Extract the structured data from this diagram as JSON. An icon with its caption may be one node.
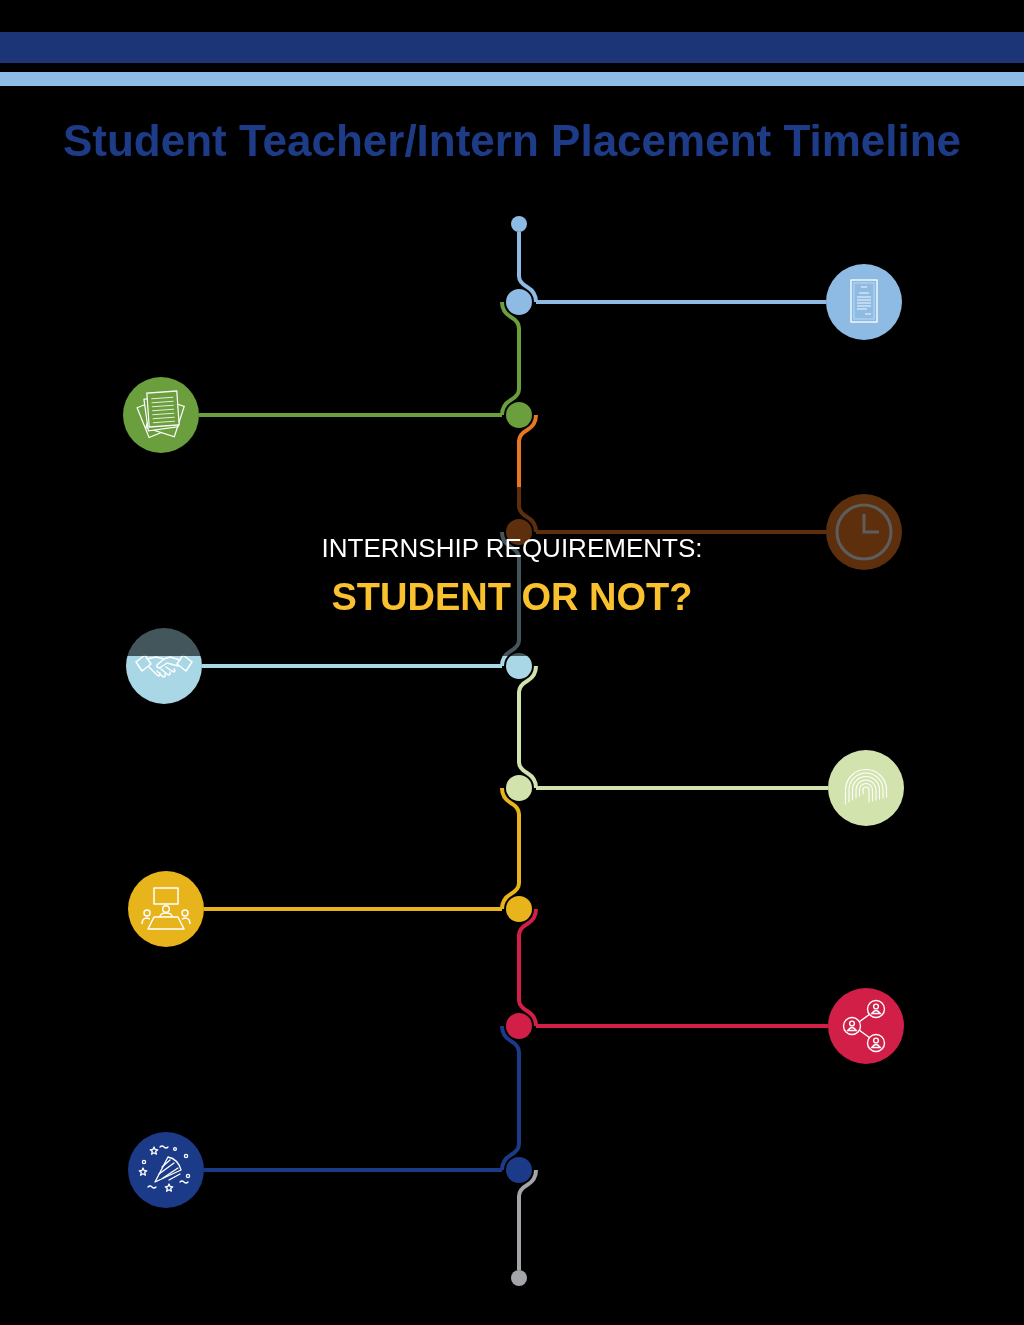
{
  "diagram": {
    "title": "Student Teacher/Intern Placement Timeline",
    "nodes": [
      {
        "text": [],
        "shape": "circle"
      },
      {
        "text": [],
        "shape": "circle"
      },
      {
        "text": [],
        "shape": "circle"
      },
      {
        "text": [],
        "shape": "circle"
      },
      {
        "text": [],
        "shape": "circle"
      },
      {
        "text": [],
        "shape": "circle"
      },
      {
        "text": [],
        "shape": "circle"
      },
      {
        "text": [],
        "shape": "circle"
      },
      {
        "text": [],
        "shape": "circle"
      },
      {
        "text": [],
        "shape": "circle"
      },
      {
        "text": [],
        "shape": "circle"
      },
      {
        "text": [],
        "shape": "circle"
      },
      {
        "text": [],
        "shape": "circle"
      },
      {
        "text": [],
        "shape": "circle"
      },
      {
        "text": [],
        "shape": "circle"
      },
      {
        "text": [],
        "shape": "circle"
      },
      {
        "text": [],
        "shape": "circle"
      },
      {
        "text": [],
        "shape": "circle"
      }
    ],
    "edges": [
      {
        "from": 0,
        "to": 1,
        "arrow": "none",
        "color": "#8dbbe3"
      },
      {
        "from": 1,
        "to": 2,
        "arrow": "none",
        "color": "#8dbbe3"
      },
      {
        "from": 1,
        "to": 3,
        "arrow": "none",
        "color": "#6b9e3c"
      },
      {
        "from": 3,
        "to": 4,
        "arrow": "none",
        "color": "#6b9e3c"
      },
      {
        "from": 3,
        "to": 5,
        "arrow": "none",
        "color": "#e87722"
      },
      {
        "from": 5,
        "to": 6,
        "arrow": "none",
        "color": "#e87722"
      },
      {
        "from": 5,
        "to": 7,
        "arrow": "none",
        "color": "#a9d7e6"
      },
      {
        "from": 7,
        "to": 8,
        "arrow": "none",
        "color": "#a9d7e6"
      },
      {
        "from": 7,
        "to": 9,
        "arrow": "none",
        "color": "#d3e3ae"
      },
      {
        "from": 9,
        "to": 10,
        "arrow": "none",
        "color": "#d3e3ae"
      },
      {
        "from": 9,
        "to": 11,
        "arrow": "none",
        "color": "#e8b41c"
      },
      {
        "from": 11,
        "to": 12,
        "arrow": "none",
        "color": "#e8b41c"
      },
      {
        "from": 11,
        "to": 13,
        "arrow": "none",
        "color": "#d11f47"
      },
      {
        "from": 13,
        "to": 14,
        "arrow": "none",
        "color": "#d11f47"
      },
      {
        "from": 13,
        "to": 15,
        "arrow": "none",
        "color": "#1b3a87"
      },
      {
        "from": 15,
        "to": 16,
        "arrow": "none",
        "color": "#1b3a87"
      },
      {
        "from": 15,
        "to": 17,
        "arrow": "none",
        "color": "#a3a5a8"
      }
    ],
    "labels": [
      "INTERNSHIP REQUIREMENTS:",
      "STUDENT OR NOT?"
    ]
  }
}
